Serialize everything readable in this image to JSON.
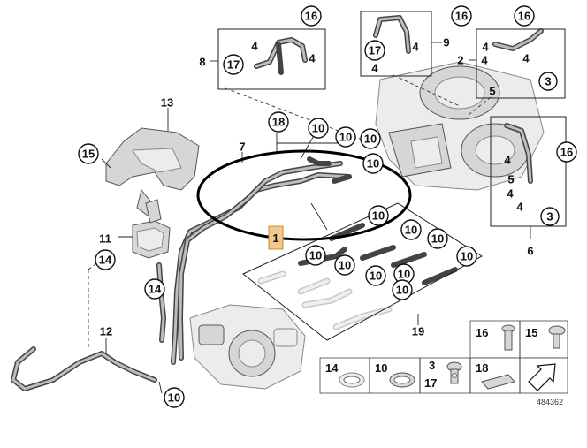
{
  "callouts": [
    {
      "id": "16a",
      "label": "16",
      "circle": true
    },
    {
      "id": "16b",
      "label": "16",
      "circle": true
    },
    {
      "id": "16c",
      "label": "16",
      "circle": true
    },
    {
      "id": "16d",
      "label": "16",
      "circle": true
    },
    {
      "id": "17a",
      "label": "17",
      "circle": true
    },
    {
      "id": "17b",
      "label": "17",
      "circle": true
    },
    {
      "id": "3a",
      "label": "3",
      "circle": true
    },
    {
      "id": "3b",
      "label": "3",
      "circle": true
    },
    {
      "id": "15a",
      "label": "15",
      "circle": true
    },
    {
      "id": "18a",
      "label": "18",
      "circle": true
    },
    {
      "id": "14a",
      "label": "14",
      "circle": true
    },
    {
      "id": "14b",
      "label": "14",
      "circle": true
    },
    {
      "id": "10a",
      "label": "10",
      "circle": true
    },
    {
      "id": "10b",
      "label": "10",
      "circle": true
    },
    {
      "id": "10c",
      "label": "10",
      "circle": true
    },
    {
      "id": "10d",
      "label": "10",
      "circle": true
    },
    {
      "id": "10e",
      "label": "10",
      "circle": true
    },
    {
      "id": "10f",
      "label": "10",
      "circle": true
    },
    {
      "id": "10g",
      "label": "10",
      "circle": true
    },
    {
      "id": "10h",
      "label": "10",
      "circle": true
    },
    {
      "id": "10i",
      "label": "10",
      "circle": true
    },
    {
      "id": "10j",
      "label": "10",
      "circle": true
    },
    {
      "id": "10k",
      "label": "10",
      "circle": true
    },
    {
      "id": "10l",
      "label": "10",
      "circle": true
    },
    {
      "id": "10m",
      "label": "10",
      "circle": true
    },
    {
      "id": "10n",
      "label": "10",
      "circle": true
    },
    {
      "id": "4a",
      "label": "4",
      "circle": false
    },
    {
      "id": "4b",
      "label": "4",
      "circle": false
    },
    {
      "id": "4c",
      "label": "4",
      "circle": false
    },
    {
      "id": "4d",
      "label": "4",
      "circle": false
    },
    {
      "id": "4e",
      "label": "4",
      "circle": false
    },
    {
      "id": "4f",
      "label": "4",
      "circle": false
    },
    {
      "id": "4g",
      "label": "4",
      "circle": false
    },
    {
      "id": "4h",
      "label": "4",
      "circle": false
    },
    {
      "id": "4i",
      "label": "4",
      "circle": false
    },
    {
      "id": "4j",
      "label": "4",
      "circle": false
    },
    {
      "id": "5a",
      "label": "5",
      "circle": false
    },
    {
      "id": "5b",
      "label": "5",
      "circle": false
    },
    {
      "id": "8",
      "label": "8",
      "circle": false
    },
    {
      "id": "9",
      "label": "9",
      "circle": false
    },
    {
      "id": "2",
      "label": "2",
      "circle": false
    },
    {
      "id": "13",
      "label": "13",
      "circle": false
    },
    {
      "id": "7",
      "label": "7",
      "circle": false
    },
    {
      "id": "6",
      "label": "6",
      "circle": false
    },
    {
      "id": "11",
      "label": "11",
      "circle": false
    },
    {
      "id": "12",
      "label": "12",
      "circle": false
    },
    {
      "id": "19",
      "label": "19",
      "circle": false
    }
  ],
  "highlight_label": "1",
  "legend": {
    "items": [
      {
        "label": "16"
      },
      {
        "label": "15"
      },
      {
        "label": "14"
      },
      {
        "label": "10"
      },
      {
        "label": "3"
      },
      {
        "label": "17"
      },
      {
        "label": "18"
      }
    ]
  },
  "reference_number": "484362"
}
